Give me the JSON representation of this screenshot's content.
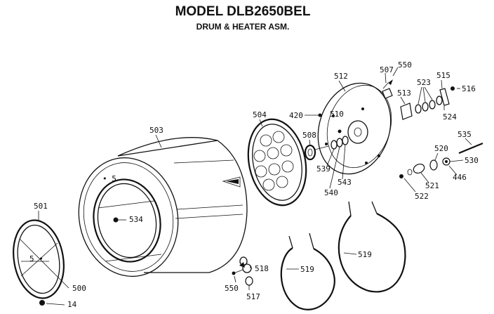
{
  "header": {
    "model": "MODEL DLB2650BEL",
    "subtitle": "DRUM & HEATER ASM."
  },
  "parts": {
    "p14": "14",
    "p420": "420",
    "p446": "446",
    "p500": "500",
    "p501": "501",
    "p503": "503",
    "p504": "504",
    "p507": "507",
    "p508": "508",
    "p510": "510",
    "p512": "512",
    "p513": "513",
    "p515": "515",
    "p516": "516",
    "p517": "517",
    "p518": "518",
    "p519a": "519",
    "p519b": "519",
    "p520": "520",
    "p521": "521",
    "p522": "522",
    "p523": "523",
    "p524": "524",
    "p530": "530",
    "p534": "534",
    "p535": "535",
    "p539": "539",
    "p540": "540",
    "p543": "543",
    "p550a": "550",
    "p550b": "550"
  }
}
